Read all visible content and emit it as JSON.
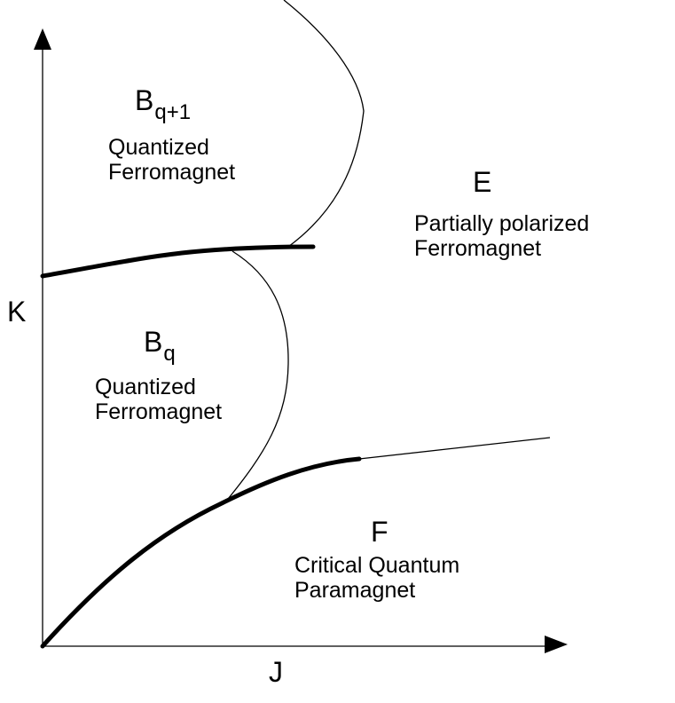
{
  "axes": {
    "x_label": "J",
    "y_label": "K"
  },
  "regions": {
    "b_q_plus_1": {
      "symbol": "B",
      "subscript": "q+1",
      "line1": "Quantized",
      "line2": "Ferromagnet"
    },
    "b_q": {
      "symbol": "B",
      "subscript": "q",
      "line1": "Quantized",
      "line2": "Ferromagnet"
    },
    "e": {
      "symbol": "E",
      "line1": "Partially polarized",
      "line2": "Ferromagnet"
    },
    "f": {
      "symbol": "F",
      "line1": "Critical Quantum",
      "line2": "Paramagnet"
    }
  },
  "colors": {
    "ink": "#000000",
    "background": "#ffffff"
  }
}
